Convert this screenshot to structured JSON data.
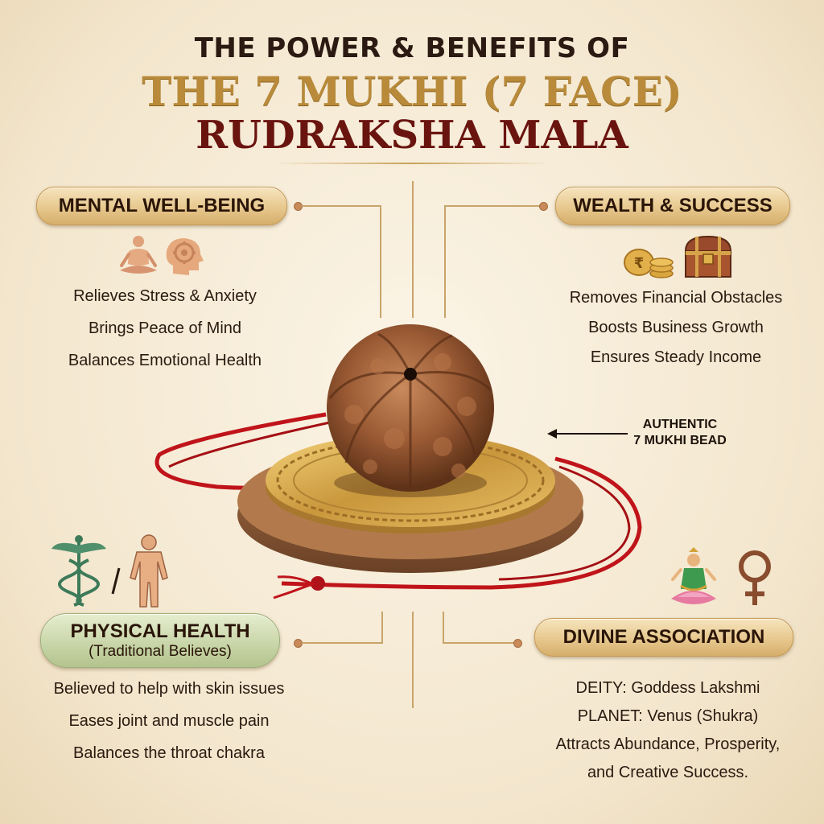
{
  "header": {
    "line1": "THE POWER & BENEFITS OF",
    "line2": "THE 7 MUKHI (7 FACE)",
    "line3": "RUDRAKSHA MALA"
  },
  "mental": {
    "title": "MENTAL WELL-BEING",
    "items": [
      "Relieves Stress & Anxiety",
      "Brings Peace of Mind",
      "Balances Emotional Health"
    ]
  },
  "wealth": {
    "title": "WEALTH & SUCCESS",
    "items": [
      "Removes Financial Obstacles",
      "Boosts Business Growth",
      "Ensures Steady Income"
    ]
  },
  "physical": {
    "title": "PHYSICAL HEALTH",
    "subtitle": "(Traditional Believes)",
    "items": [
      "Believed to help with skin issues",
      "Eases joint and muscle pain",
      "Balances the throat chakra"
    ]
  },
  "divine": {
    "title": "DIVINE ASSOCIATION",
    "items": [
      "DEITY: Goddess Lakshmi",
      "PLANET: Venus (Shukra)",
      "Attracts Abundance, Prosperity,",
      "and Creative Success."
    ]
  },
  "callout": {
    "line1": "AUTHENTIC",
    "line2": "7 MUKHI BEAD"
  },
  "icons": {
    "mental": [
      "meditation-icon",
      "brain-gear-icon"
    ],
    "wealth": [
      "coins-icon",
      "treasure-chest-icon"
    ],
    "physical": [
      "caduceus-icon",
      "human-body-icon"
    ],
    "divine": [
      "lakshmi-icon",
      "venus-symbol-icon"
    ]
  }
}
